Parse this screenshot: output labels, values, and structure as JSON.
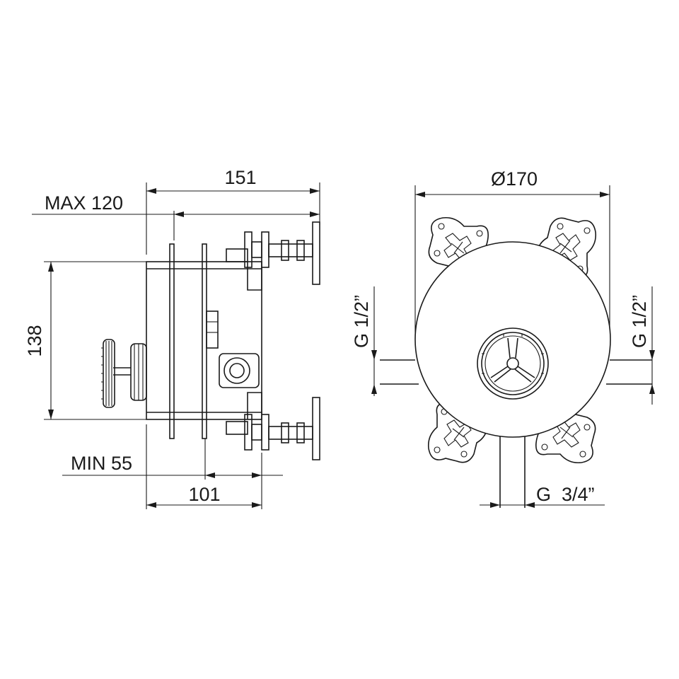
{
  "side_view": {
    "dim_overall_width": "151",
    "dim_max_depth": "MAX 120",
    "dim_height": "138",
    "dim_min_depth": "MIN 55",
    "dim_body_width": "101"
  },
  "front_view": {
    "dim_diameter": "Ø170",
    "dim_left_port": "G 1/2”",
    "dim_right_port": "G 1/2”",
    "dim_bottom_port": "G  3/4”"
  }
}
